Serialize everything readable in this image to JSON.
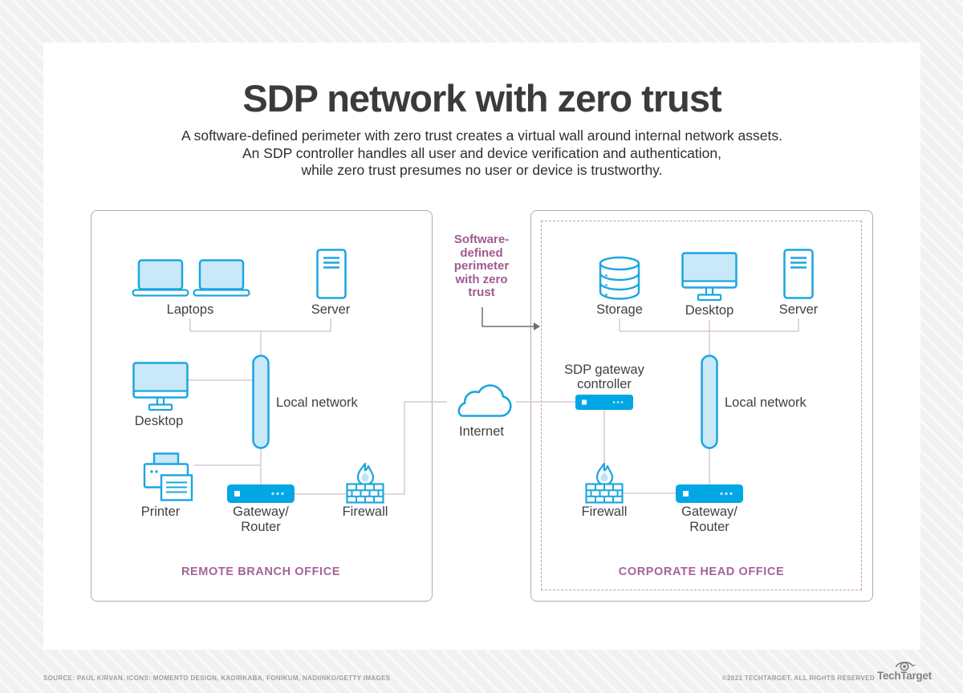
{
  "title": "SDP network with zero trust",
  "subtitle": [
    "A software-defined perimeter with zero trust creates a virtual wall around internal network assets.",
    "An SDP controller handles all user and device verification and authentication,",
    "while zero trust presumes no user or device is trustworthy."
  ],
  "perimeter_callout": {
    "lines": [
      "Software-",
      "defined",
      "perimeter",
      "with zero",
      "trust"
    ]
  },
  "internet_label": "Internet",
  "remote_office": {
    "title": "REMOTE BRANCH OFFICE",
    "laptops": "Laptops",
    "server": "Server",
    "desktop": "Desktop",
    "local_network": "Local network",
    "printer": "Printer",
    "gateway_line1": "Gateway/",
    "gateway_line2": "Router",
    "firewall": "Firewall"
  },
  "head_office": {
    "title": "CORPORATE HEAD OFFICE",
    "storage": "Storage",
    "desktop": "Desktop",
    "server": "Server",
    "sdp_line1": "SDP gateway",
    "sdp_line2": "controller",
    "local_network": "Local network",
    "firewall": "Firewall",
    "gateway_line1": "Gateway/",
    "gateway_line2": "Router"
  },
  "footer": {
    "source": "SOURCE: PAUL KIRVAN. ICONS: MOMENTO DESIGN, KADIRKABA, FONIKUM, NADIINKO/GETTY IMAGES",
    "copyright": "©2021 TECHTARGET. ALL RIGHTS RESERVED",
    "brand": "TechTarget"
  },
  "colors": {
    "icon_blue": "#1ba6e0",
    "icon_fill": "#c9e8f8",
    "solid_blue": "#00a7e4",
    "connector": "#d9c8d4",
    "mauve": "#a4639a",
    "arrow": "#6d6e71"
  }
}
